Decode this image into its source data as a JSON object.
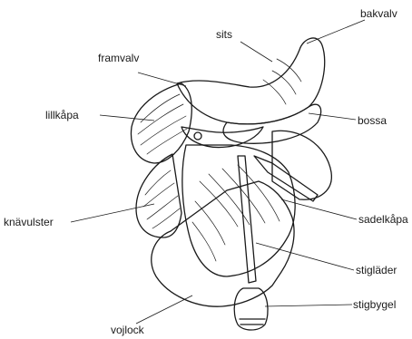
{
  "diagram": {
    "labels": {
      "bakvalv": "bakvalv",
      "sits": "sits",
      "framvalv": "framvalv",
      "lillkapa": "lillkåpa",
      "bossa": "bossa",
      "knavulster": "knävulster",
      "sadelkapa": "sadelkåpa",
      "stiglader": "stigläder",
      "stigbygel": "stigbygel",
      "vojlock": "vojlock"
    }
  }
}
